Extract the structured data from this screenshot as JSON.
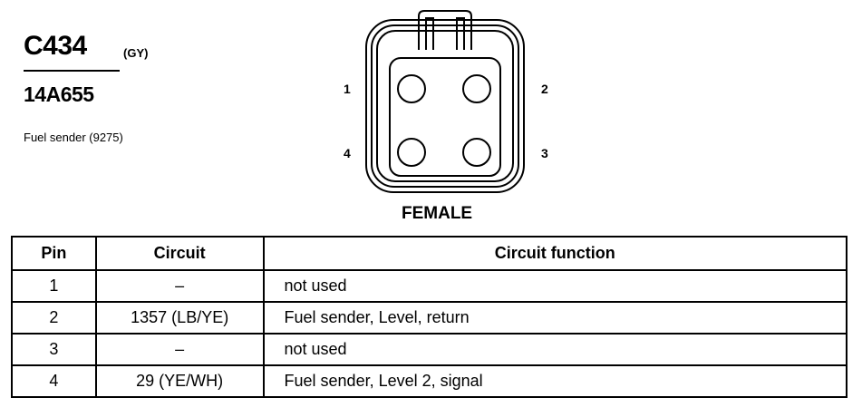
{
  "connector": {
    "id": "C434",
    "color_code": "(GY)",
    "part_number": "14A655",
    "description": "Fuel sender (9275)",
    "gender": "FEMALE",
    "pin_labels": [
      "1",
      "2",
      "3",
      "4"
    ]
  },
  "table": {
    "headers": {
      "pin": "Pin",
      "circuit": "Circuit",
      "function": "Circuit function"
    },
    "rows": [
      {
        "pin": "1",
        "circuit": "–",
        "function": "not used"
      },
      {
        "pin": "2",
        "circuit": "1357 (LB/YE)",
        "function": "Fuel sender, Level, return"
      },
      {
        "pin": "3",
        "circuit": "–",
        "function": "not used"
      },
      {
        "pin": "4",
        "circuit": "29 (YE/WH)",
        "function": "Fuel sender, Level 2, signal"
      }
    ]
  }
}
